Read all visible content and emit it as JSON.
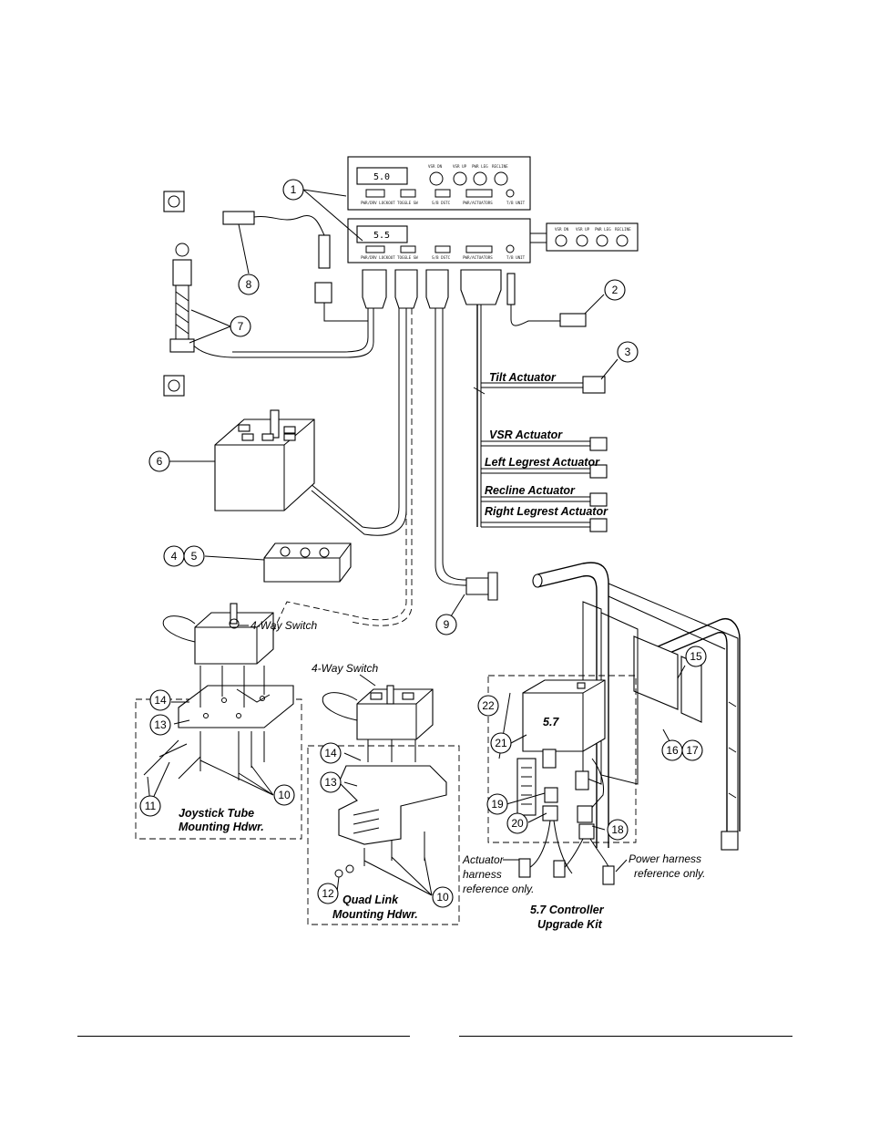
{
  "callouts": [
    "1",
    "2",
    "3",
    "4",
    "5",
    "6",
    "7",
    "8",
    "9",
    "10",
    "11",
    "12",
    "13",
    "14",
    "15",
    "16",
    "17",
    "18",
    "19",
    "20",
    "21",
    "22"
  ],
  "actuator_labels": {
    "tilt": "Tilt Actuator",
    "vsr": "VSR Actuator",
    "left_legrest": "Left Legrest Actuator",
    "recline": "Recline Actuator",
    "right_legrest": "Right Legrest Actuator"
  },
  "switch_labels": {
    "four_way_1": "4-Way Switch",
    "four_way_2": "4-Way Switch"
  },
  "hardware_labels": {
    "joystick_line1": "Joystick Tube",
    "joystick_line2": "Mounting Hdwr.",
    "quad_line1": "Quad Link",
    "quad_line2": "Mounting Hdwr."
  },
  "kit_labels": {
    "controller_face": "5.7",
    "kit_line1": "5.7 Controller",
    "kit_line2": "Upgrade Kit",
    "actuator_ref_1": "Actuator",
    "actuator_ref_2": "harness",
    "actuator_ref_3": "reference only.",
    "power_ref_1": "Power harness",
    "power_ref_2": "reference only."
  },
  "controller_top": {
    "display": "5.0",
    "knobs": [
      "VSR DN",
      "VSR UP",
      "PWR LEG",
      "RECLINE"
    ],
    "ports": [
      "PWR/DRV LOCKOUT",
      "TOGGLE SW",
      "S/B DSTC",
      "PWR/ACTUATORS",
      "T/B UNIT"
    ]
  },
  "controller_main": {
    "display": "5.5",
    "ports": [
      "PWR/DRV LOCKOUT",
      "TOGGLE SW",
      "S/B DSTC",
      "PWR/ACTUATORS",
      "T/B UNIT"
    ]
  },
  "remote_panel": {
    "knobs": [
      "VSR DN",
      "VSR UP",
      "PWR LEG",
      "RECLINE"
    ]
  }
}
